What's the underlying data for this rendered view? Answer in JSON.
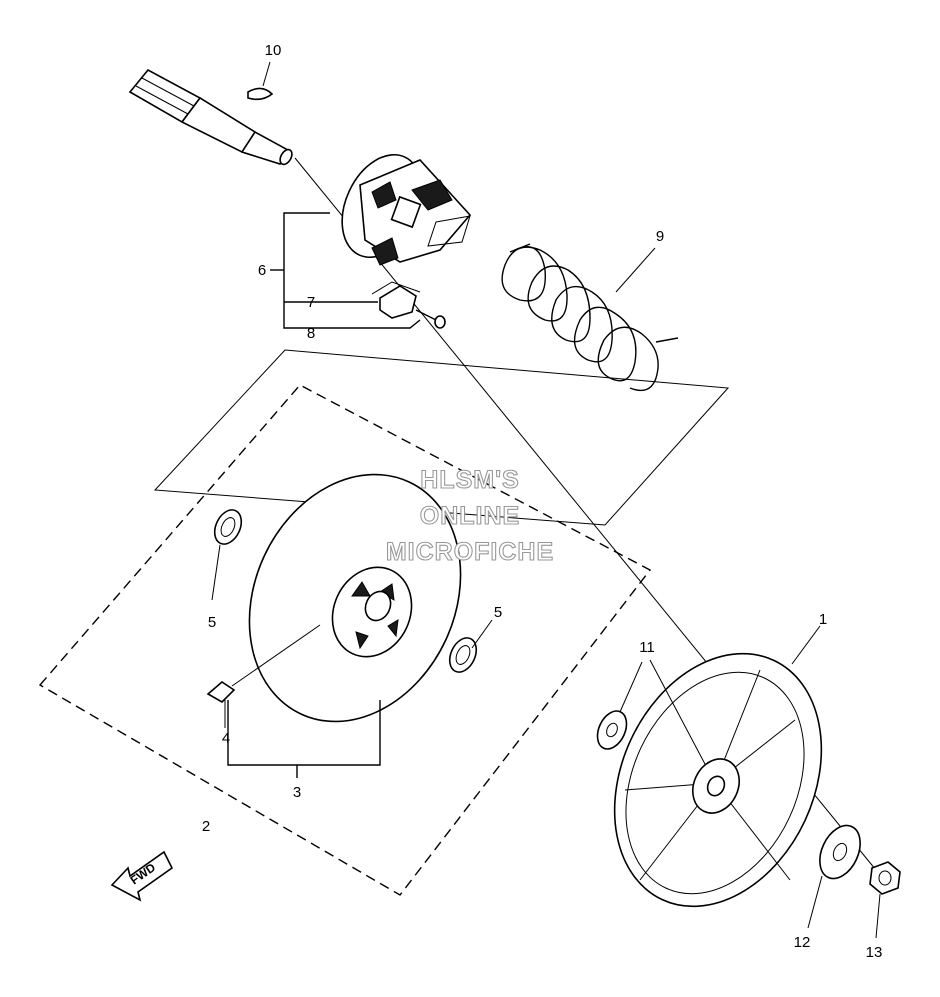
{
  "callouts": {
    "c1": "1",
    "c2": "2",
    "c3": "3",
    "c4": "4",
    "c5a": "5",
    "c5b": "5",
    "c6": "6",
    "c7": "7",
    "c8": "8",
    "c9": "9",
    "c10": "10",
    "c11": "11",
    "c12": "12",
    "c13": "13"
  },
  "watermark": {
    "line1": "HLSM'S",
    "line2": "ONLINE",
    "line3": "MICROFICHE"
  },
  "direction_tag": "FWD"
}
